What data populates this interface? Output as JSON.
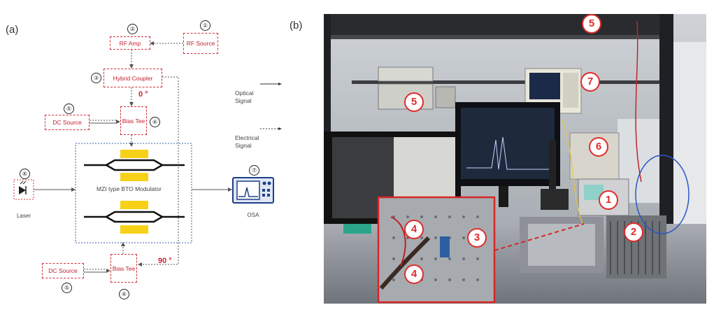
{
  "panel_a": {
    "label": "(a)",
    "rf_source": {
      "num": "①",
      "label": "RF Source"
    },
    "rf_amp": {
      "num": "②",
      "label": "RF Amp"
    },
    "hybrid_coupler": {
      "num": "③",
      "label": "Hybrid Coupler"
    },
    "bias_tee_top": {
      "num": "④",
      "label": "Bias Tee"
    },
    "bias_tee_bottom": {
      "num": "④",
      "label": "Bias Tee"
    },
    "dc_source_top": {
      "num": "⑤",
      "label": "DC Source"
    },
    "dc_source_bottom": {
      "num": "⑤",
      "label": "DC Source"
    },
    "laser": {
      "num": "⑥",
      "label": "Laser"
    },
    "osa": {
      "num": "⑦",
      "label": "OSA"
    },
    "modulator_label": "MZI type BTO Modulator",
    "angle_top": "0 °",
    "angle_bottom": "90 °",
    "legend_optical": "Optical Signal",
    "legend_electrical": "Electrical Signal"
  },
  "panel_b": {
    "label": "(b)",
    "badges": [
      "5",
      "5",
      "7",
      "6",
      "1",
      "2",
      "3",
      "4",
      "4"
    ]
  },
  "colors": {
    "accent_red": "#d0303a",
    "badge_red": "#e02c2c",
    "dotted_blue": "#3a5da8"
  }
}
